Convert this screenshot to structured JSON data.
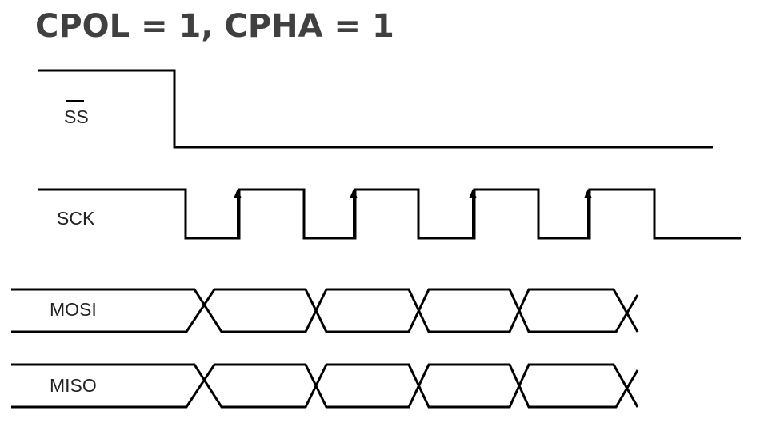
{
  "title": "CPOL = 1, CPHA = 1",
  "signals": {
    "ss": "SS",
    "sck": "SCK",
    "mosi": "MOSI",
    "miso": "MISO"
  },
  "clock": {
    "idle_level": "high",
    "cycles": 4,
    "sampling_edge": "rising"
  }
}
